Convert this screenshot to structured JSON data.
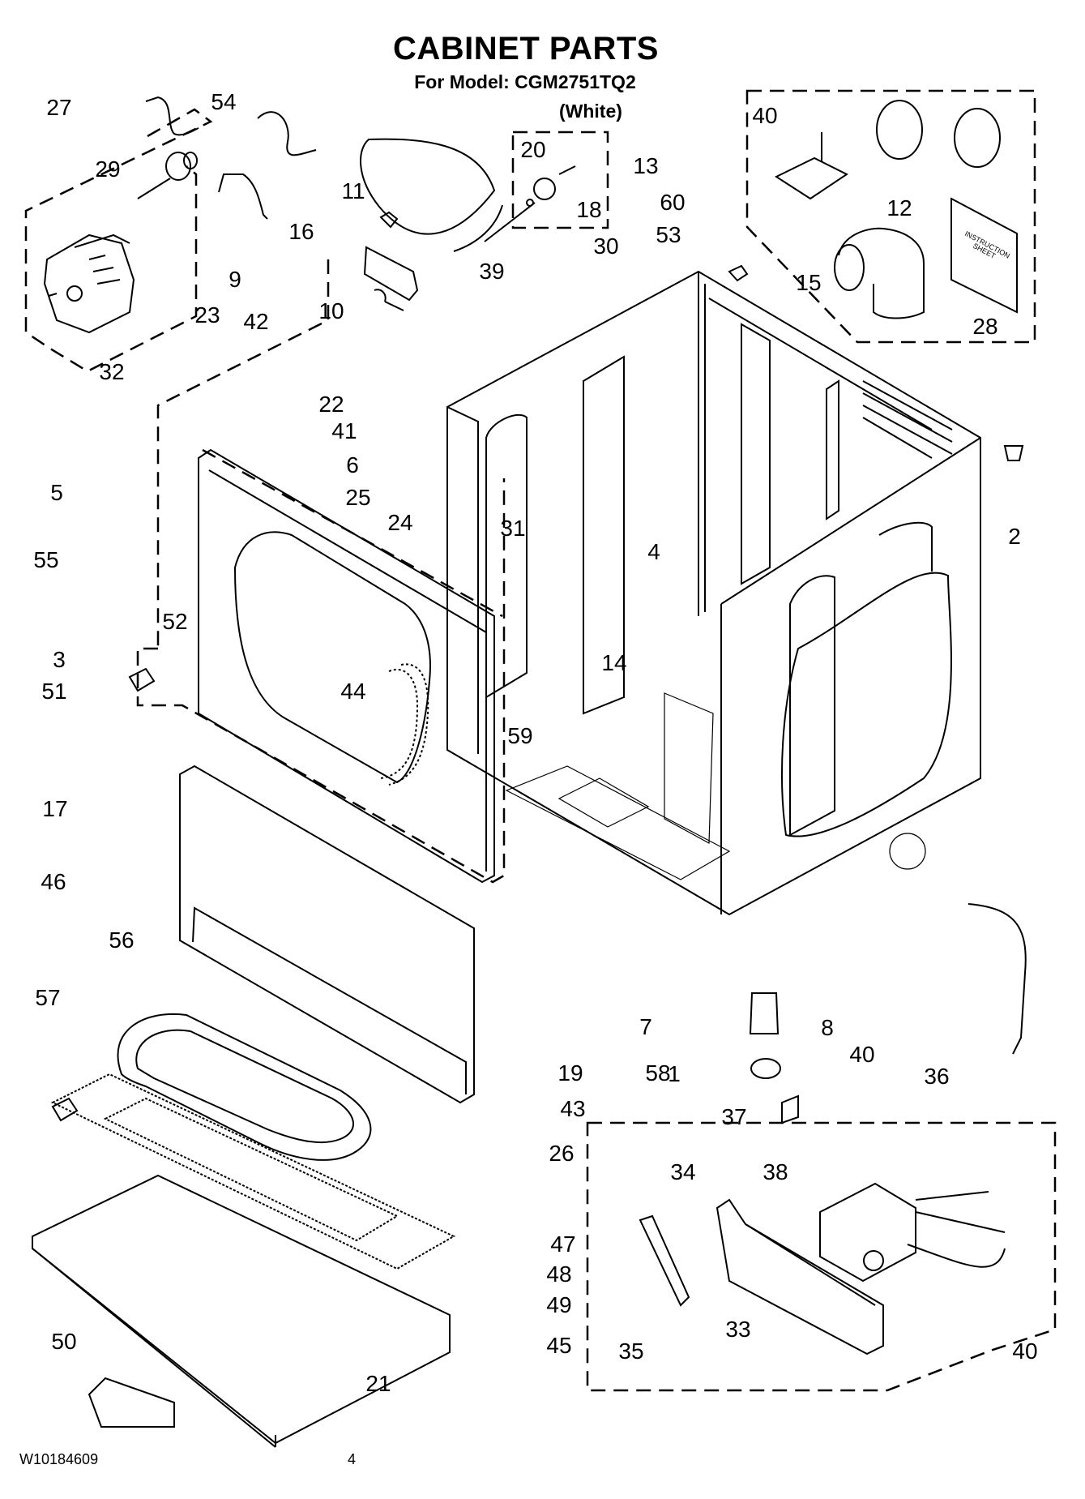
{
  "header": {
    "title": "CABINET PARTS",
    "model_line": "For Model: CGM2751TQ2",
    "color_line": "(White)"
  },
  "diagram": {
    "callouts": [
      "27",
      "54",
      "29",
      "16",
      "9",
      "11",
      "20",
      "13",
      "18",
      "60",
      "30",
      "53",
      "39",
      "10",
      "40",
      "12",
      "15",
      "28",
      "23",
      "42",
      "32",
      "22",
      "41",
      "6",
      "25",
      "5",
      "55",
      "24",
      "31",
      "4",
      "2",
      "3",
      "52",
      "51",
      "44",
      "14",
      "59",
      "17",
      "46",
      "56",
      "57",
      "7",
      "8",
      "19",
      "43",
      "58",
      "1",
      "40",
      "36",
      "37",
      "26",
      "34",
      "38",
      "47",
      "48",
      "49",
      "45",
      "50",
      "21",
      "35",
      "33",
      "40"
    ],
    "instruction_sheet_text": "INSTRUCTION SHEET"
  },
  "footer": {
    "document_number": "W10184609",
    "page_number": "4"
  }
}
